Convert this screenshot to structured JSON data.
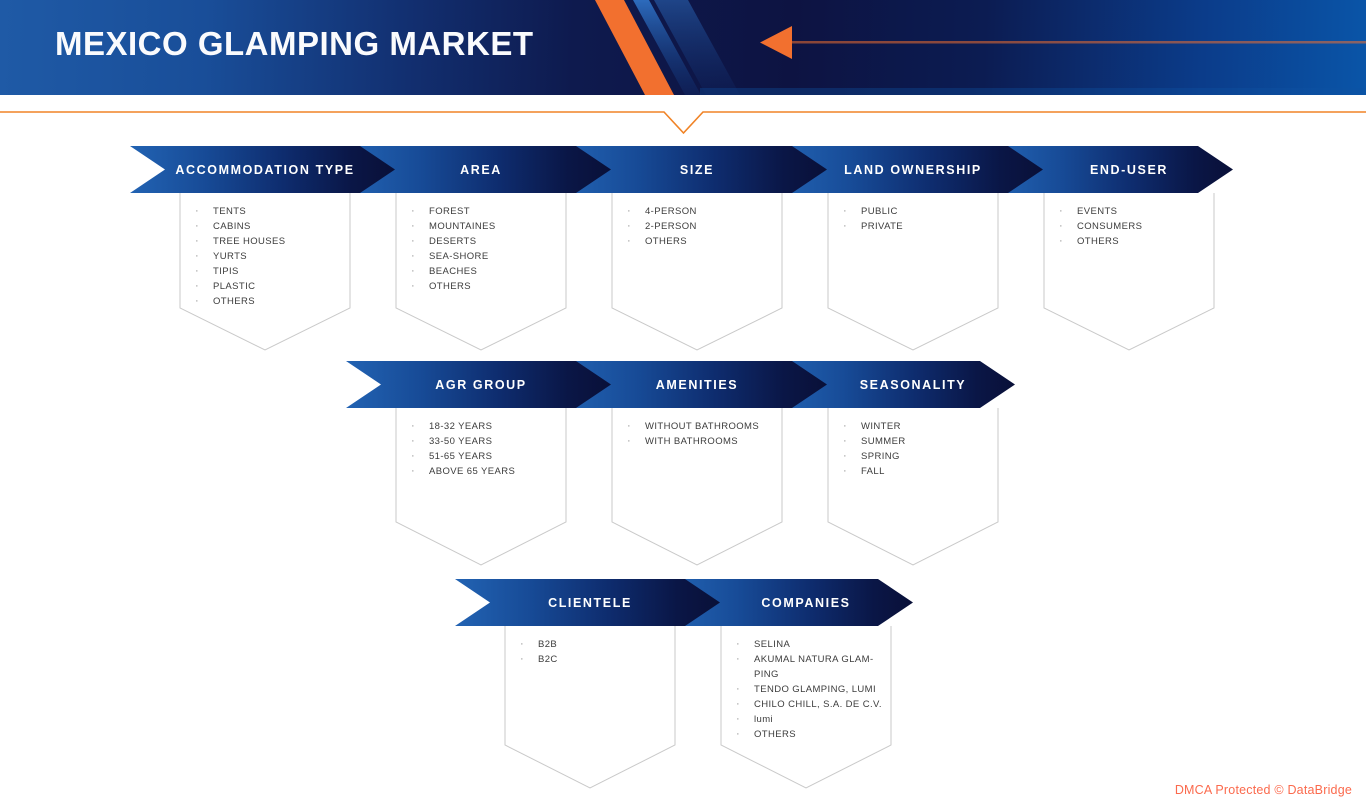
{
  "header": {
    "title": "MEXICO GLAMPING MARKET",
    "arrow_icon": "arrow-left-icon"
  },
  "colors": {
    "accent_orange": "#f2702f",
    "divider_orange": "#f08326",
    "ribbon_blue": "#1f5dab",
    "ribbon_navy": "#0a1037",
    "header_blue_left": "#1f5aa6",
    "header_blue_right": "#0a55a8",
    "list_text": "#3c3c3c",
    "pennant_outline": "#c9c9c9",
    "watermark_orange": "#fb6a4d"
  },
  "categories": {
    "accommodation_type": {
      "title": "ACCOMMODATION TYPE",
      "items": [
        "TENTS",
        "CABINS",
        "TREE HOUSES",
        "YURTS",
        "TIPIS",
        "PLASTIC",
        "OTHERS"
      ]
    },
    "area": {
      "title": "AREA",
      "items": [
        "FOREST",
        "MOUNTAINES",
        "DESERTS",
        "SEA-SHORE",
        "BEACHES",
        "OTHERS"
      ]
    },
    "size": {
      "title": "SIZE",
      "items": [
        "4-PERSON",
        "2-PERSON",
        "OTHERS"
      ]
    },
    "land_ownership": {
      "title": "LAND OWNERSHIP",
      "items": [
        "PUBLIC",
        "PRIVATE"
      ]
    },
    "end_user": {
      "title": "END-USER",
      "items": [
        "EVENTS",
        "CONSUMERS",
        "OTHERS"
      ]
    },
    "agr_group": {
      "title": "AGR GROUP",
      "items": [
        "18-32 YEARS",
        "33-50 YEARS",
        "51-65 YEARS",
        "ABOVE 65 YEARS"
      ]
    },
    "amenities": {
      "title": "AMENITIES",
      "items": [
        "WITHOUT BATHROOMS",
        "WITH BATHROOMS"
      ]
    },
    "seasonality": {
      "title": "SEASONALITY",
      "items": [
        "WINTER",
        "SUMMER",
        "SPRING",
        "FALL"
      ]
    },
    "clientele": {
      "title": "CLIENTELE",
      "items": [
        "B2B",
        "B2C"
      ]
    },
    "companies": {
      "title": "COMPANIES",
      "items": [
        "SELINA",
        "AKUMAL NATURA GLAM-\nPING",
        "TENDO GLAMPING, LUMI",
        " CHILO CHILL, S.A. DE C.V.",
        "lumi",
        "OTHERS"
      ]
    }
  },
  "watermark": "DMCA Protected © DataBridge"
}
